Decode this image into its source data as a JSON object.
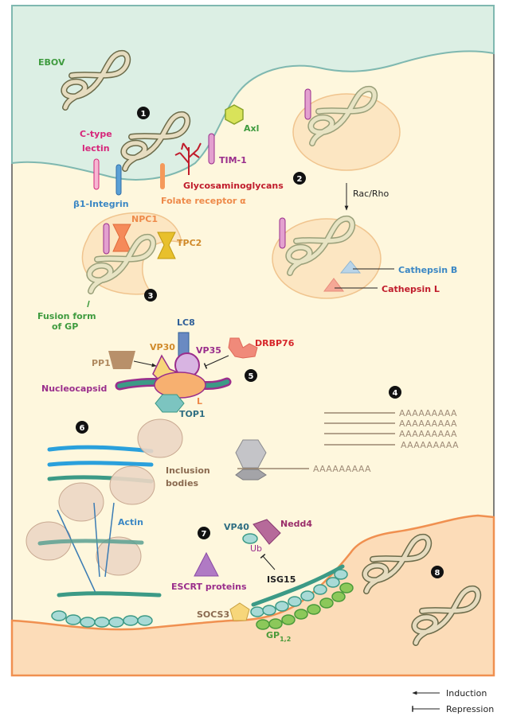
{
  "figure": {
    "type": "EBOV life cycle diagram",
    "steps": [
      "1",
      "2",
      "3",
      "4",
      "5",
      "6",
      "7",
      "8"
    ]
  },
  "labels": {
    "ebov": "EBOV",
    "c_type_lectin_1": "C-type",
    "c_type_lectin_2": "lectin",
    "beta1_integrin": "β1-Integrin",
    "folate_receptor": "Folate receptor α",
    "glycosaminoglycans": "Glycosaminoglycans",
    "tim1": "TIM-1",
    "axl": "Axl",
    "rac_rho": "Rac/Rho",
    "npc1": "NPC1",
    "tpc2": "TPC2",
    "fusion_form_1": "Fusion form",
    "fusion_form_2": "of GP",
    "cathepsin_b": "Cathepsin B",
    "cathepsin_l": "Cathepsin L",
    "lc8": "LC8",
    "vp30": "VP30",
    "vp35": "VP35",
    "pp1": "PP1",
    "drbp76": "DRBP76",
    "nucleocapsid": "Nucleocapsid",
    "l": "L",
    "top1": "TOP1",
    "polya": "AAAAAAAAA",
    "inclusion_1": "Inclusion",
    "inclusion_2": "bodies",
    "actin": "Actin",
    "vp40": "VP40",
    "nedd4": "Nedd4",
    "ub": "Ub",
    "isg15": "ISG15",
    "escrt": "ESCRT proteins",
    "socs3": "SOCS3",
    "gp": "GP",
    "gp_sub": "1,2"
  },
  "legend": {
    "induction": "Induction",
    "repression": "Repression"
  },
  "colors": {
    "extracellular": "#dcefe4",
    "cytoplasm": "#fef7dd",
    "budding_region": "#fcdcb8",
    "membrane_teal": "#7fb8b0",
    "membrane_orange": "#f09050",
    "virus_fill": "#e6dcc0",
    "virus_stroke": "#6b6b4a",
    "green_label": "#3f9b3f",
    "magenta_label": "#d6267a",
    "blue_label": "#3b87c4",
    "orange_label": "#ee8a4a",
    "red_label": "#c01c2c",
    "purple_label": "#9a2e8c",
    "brown_label": "#8a6a50",
    "teal_label": "#2f6e82"
  }
}
